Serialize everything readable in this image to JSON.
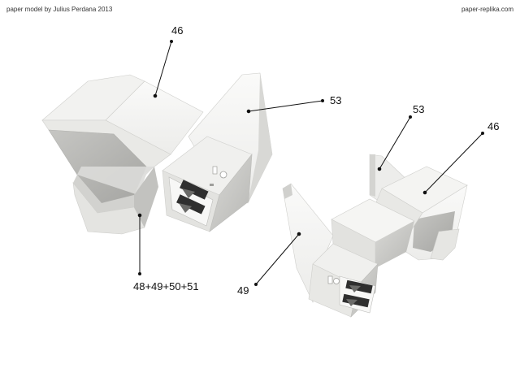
{
  "header": {
    "left": "paper model by Julius Perdana 2013",
    "right": "paper-replika.com"
  },
  "callouts": {
    "left_top": "46",
    "left_right": "53",
    "left_bottom": "48+49+50+51",
    "right_top": "53",
    "right_far": "46",
    "right_bottom": "49"
  },
  "colors": {
    "paper_light": "#f4f4f2",
    "paper_mid": "#e6e6e3",
    "paper_shade": "#c9c9c6",
    "paper_dark": "#9e9e9b",
    "vent_dark": "#2f2f2f",
    "leader": "#111111"
  }
}
